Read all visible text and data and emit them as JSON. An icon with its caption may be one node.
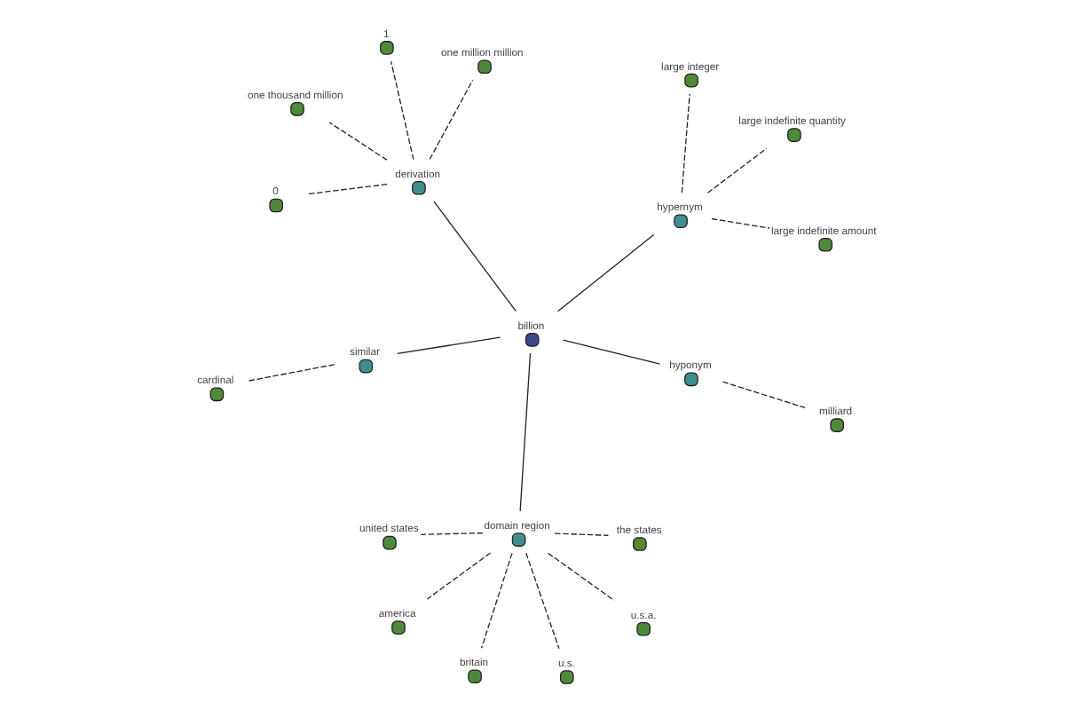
{
  "diagram": {
    "nodes": [
      {
        "text": [
          "billion"
        ]
      },
      {
        "text": [
          "hyponym"
        ]
      },
      {
        "text": [
          "milliard"
        ]
      },
      {
        "text": [
          "domain region"
        ]
      },
      {
        "text": [
          "the states"
        ]
      },
      {
        "text": [
          "united states"
        ]
      },
      {
        "text": [
          "america"
        ]
      },
      {
        "text": [
          "u.s.a."
        ]
      },
      {
        "text": [
          "britain"
        ]
      },
      {
        "text": [
          "u.s."
        ]
      },
      {
        "text": [
          "similar"
        ]
      },
      {
        "text": [
          "cardinal"
        ]
      },
      {
        "text": [
          "hypernym"
        ]
      },
      {
        "text": [
          "large indefinite quantity"
        ]
      },
      {
        "text": [
          "large integer"
        ]
      },
      {
        "text": [
          "large indefinite amount"
        ]
      },
      {
        "text": [
          "derivation"
        ]
      },
      {
        "text": [
          "one thousand million"
        ]
      },
      {
        "text": [
          "0"
        ]
      },
      {
        "text": [
          "1"
        ]
      },
      {
        "text": [
          "one million million"
        ]
      }
    ],
    "edges": [
      {
        "from": 0,
        "to": 1,
        "arrow": "none"
      },
      {
        "from": 1,
        "to": 2,
        "arrow": "none",
        "style": "dashed"
      },
      {
        "from": 0,
        "to": 3,
        "arrow": "none"
      },
      {
        "from": 3,
        "to": 4,
        "arrow": "none",
        "style": "dashed"
      },
      {
        "from": 3,
        "to": 5,
        "arrow": "none",
        "style": "dashed"
      },
      {
        "from": 3,
        "to": 6,
        "arrow": "none",
        "style": "dashed"
      },
      {
        "from": 3,
        "to": 7,
        "arrow": "none",
        "style": "dashed"
      },
      {
        "from": 3,
        "to": 8,
        "arrow": "none",
        "style": "dashed"
      },
      {
        "from": 3,
        "to": 9,
        "arrow": "none",
        "style": "dashed"
      },
      {
        "from": 0,
        "to": 10,
        "arrow": "none"
      },
      {
        "from": 10,
        "to": 11,
        "arrow": "none",
        "style": "dashed"
      },
      {
        "from": 0,
        "to": 12,
        "arrow": "none"
      },
      {
        "from": 12,
        "to": 13,
        "arrow": "none",
        "style": "dashed"
      },
      {
        "from": 12,
        "to": 14,
        "arrow": "none",
        "style": "dashed"
      },
      {
        "from": 12,
        "to": 15,
        "arrow": "none",
        "style": "dashed"
      },
      {
        "from": 0,
        "to": 16,
        "arrow": "none"
      },
      {
        "from": 16,
        "to": 17,
        "arrow": "none",
        "style": "dashed"
      },
      {
        "from": 16,
        "to": 18,
        "arrow": "none",
        "style": "dashed"
      },
      {
        "from": 16,
        "to": 19,
        "arrow": "none",
        "style": "dashed"
      },
      {
        "from": 16,
        "to": 20,
        "arrow": "none",
        "style": "dashed"
      }
    ]
  }
}
